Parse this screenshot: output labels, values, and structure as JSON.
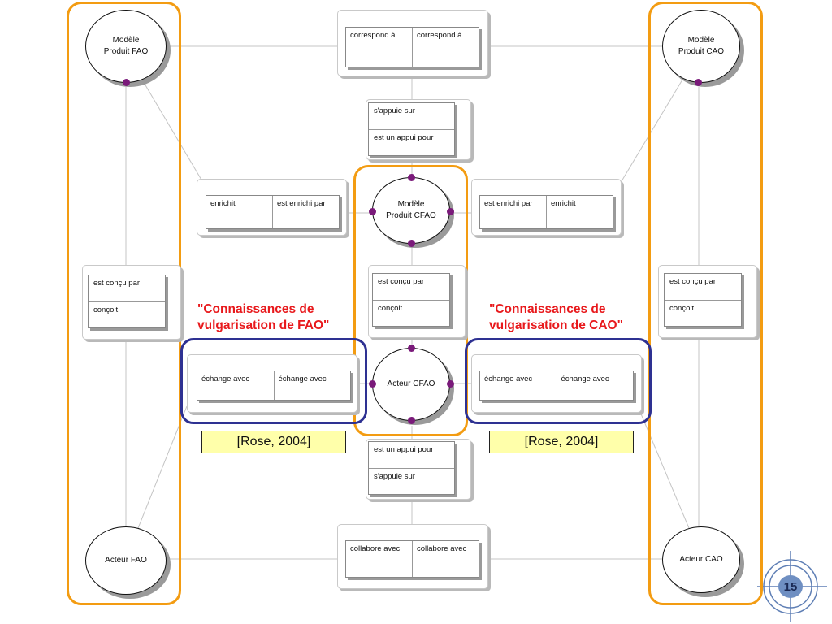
{
  "nodes": {
    "modele_fao": "Modèle\nProduit FAO",
    "modele_cao": "Modèle\nProduit CAO",
    "modele_cfao": "Modèle\nProduit CFAO",
    "acteur_cfao": "Acteur CFAO",
    "acteur_fao": "Acteur FAO",
    "acteur_cao": "Acteur CAO"
  },
  "relations": {
    "top": [
      "correspond à",
      "correspond à"
    ],
    "center_upper": [
      "s'appuie sur",
      "est un appui pour"
    ],
    "left_enrich": [
      "enrichit",
      "est enrichi par"
    ],
    "right_enrich": [
      "est enrichi par",
      "enrichit"
    ],
    "left_concu": [
      "est conçu par",
      "conçoit"
    ],
    "center_concu": [
      "est conçu par",
      "conçoit"
    ],
    "right_concu": [
      "est conçu par",
      "conçoit"
    ],
    "left_echange": [
      "échange avec",
      "échange avec"
    ],
    "right_echange": [
      "échange avec",
      "échange avec"
    ],
    "center_lower": [
      "est un appui pour",
      "s'appuie sur"
    ],
    "bottom": [
      "collabore avec",
      "collabore avec"
    ]
  },
  "labels": {
    "left_title": "\"Connaissances de\nvulgarisation de FAO\"",
    "right_title": "\"Connaissances de\nvulgarisation de CAO\"",
    "left_cite": "[Rose, 2004]",
    "right_cite": "[Rose, 2004]"
  },
  "page_number": "15",
  "colors": {
    "frame_orange": "#f39c12",
    "frame_blue": "#2e3192",
    "dot_purple": "#7a1a7a",
    "title_red": "#e8191c",
    "cite_yellow": "#ffffaa"
  }
}
